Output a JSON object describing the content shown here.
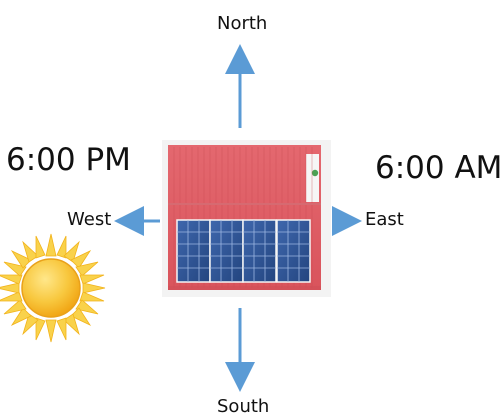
{
  "directions": {
    "north": "North",
    "south": "South",
    "west": "West",
    "east": "East"
  },
  "times": {
    "evening": "6:00 PM",
    "morning": "6:00 AM"
  },
  "colors": {
    "arrow": "#5b9bd5",
    "roof": "#e25a63",
    "panel": "#2c4f8f",
    "sun_core": "#f6b92f",
    "sun_rays": "#f9d24b"
  },
  "icons": {
    "sun": "sun-icon",
    "house": "house-roof-icon"
  }
}
